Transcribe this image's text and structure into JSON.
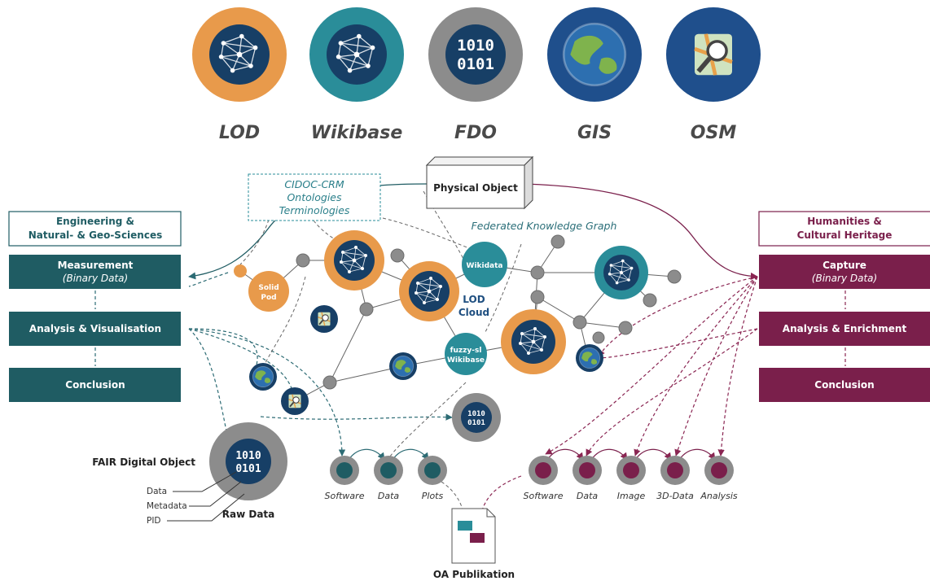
{
  "top_icons": [
    {
      "label": "LOD",
      "kind": "graph",
      "ring": "#e89a4b",
      "core": "#173f66"
    },
    {
      "label": "Wikibase",
      "kind": "graph",
      "ring": "#2a8d99",
      "core": "#173f66"
    },
    {
      "label": "FDO",
      "kind": "binary",
      "ring": "#8c8c8c",
      "core": "#173f66",
      "bin1": "1010",
      "bin2": "0101"
    },
    {
      "label": "GIS",
      "kind": "globe",
      "ring": "#1f4f8c",
      "core": "#2d6fb0"
    },
    {
      "label": "OSM",
      "kind": "map",
      "ring": "#1f4f8c",
      "core": "#cfe3c0"
    }
  ],
  "left_panel": {
    "heading_line1": "Engineering &",
    "heading_line2": "Natural- & Geo-Sciences",
    "measurement": "Measurement",
    "measurement_sub": "(Binary Data)",
    "analysis": "Analysis & Visualisation",
    "conclusion": "Conclusion"
  },
  "right_panel": {
    "heading_line1": "Humanities &",
    "heading_line2": "Cultural Heritage",
    "capture": "Capture",
    "capture_sub": "(Binary Data)",
    "analysis": "Analysis & Enrichment",
    "conclusion": "Conclusion"
  },
  "center": {
    "cidoc_line1": "CIDOC-CRM",
    "cidoc_line2": "Ontologies",
    "cidoc_line3": "Terminologies",
    "physical_object": "Physical Object",
    "federated": "Federated Knowledge Graph",
    "wikidata": "Wikidata",
    "lod_cloud_1": "LOD",
    "lod_cloud_2": "Cloud",
    "fuzzy_1": "fuzzy-sl",
    "fuzzy_2": "Wikibase",
    "solid_1": "Solid",
    "solid_2": "Pod",
    "binary_1": "1010",
    "binary_2": "0101"
  },
  "fair": {
    "title": "FAIR Digital Object",
    "data": "Data",
    "metadata": "Metadata",
    "pid": "PID",
    "raw": "Raw Data",
    "bin1": "1010",
    "bin2": "0101"
  },
  "left_outputs": [
    "Software",
    "Data",
    "Plots"
  ],
  "right_outputs": [
    "Software",
    "Data",
    "Image",
    "3D-Data",
    "Analysis"
  ],
  "oa_publication": "OA Publikation",
  "colors": {
    "teal": "#1f5c63",
    "plum": "#7a1f4b",
    "orange": "#e89a4b",
    "wiki_teal": "#2a8d99",
    "navy": "#173f66",
    "grey": "#8c8c8c"
  }
}
